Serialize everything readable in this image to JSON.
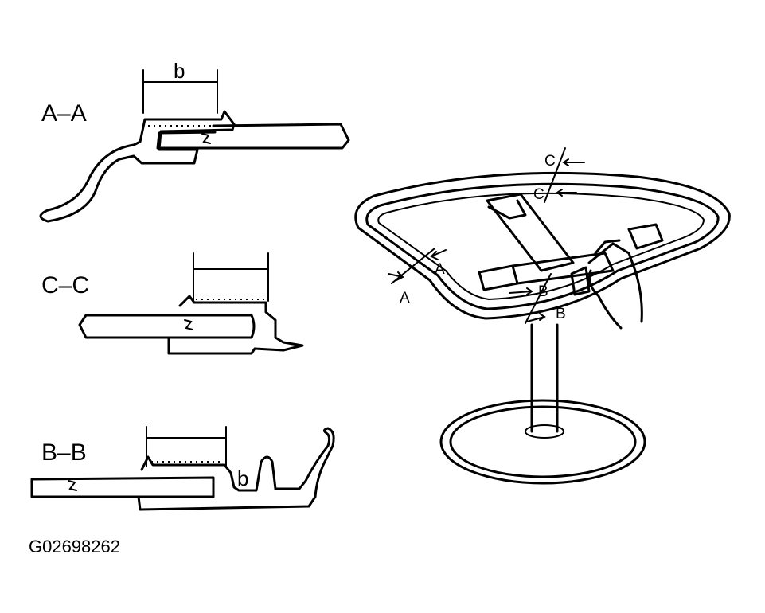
{
  "sections": {
    "aa_label": "A–A",
    "cc_label": "C–C",
    "bb_label": "B–B"
  },
  "dimensions": {
    "aa_b": "b",
    "bb_b": "b"
  },
  "callouts": {
    "a1": "A",
    "a2": "A",
    "b1": "B",
    "b2": "B",
    "c1": "C",
    "c2": "C"
  },
  "figure_code": "G02698262"
}
